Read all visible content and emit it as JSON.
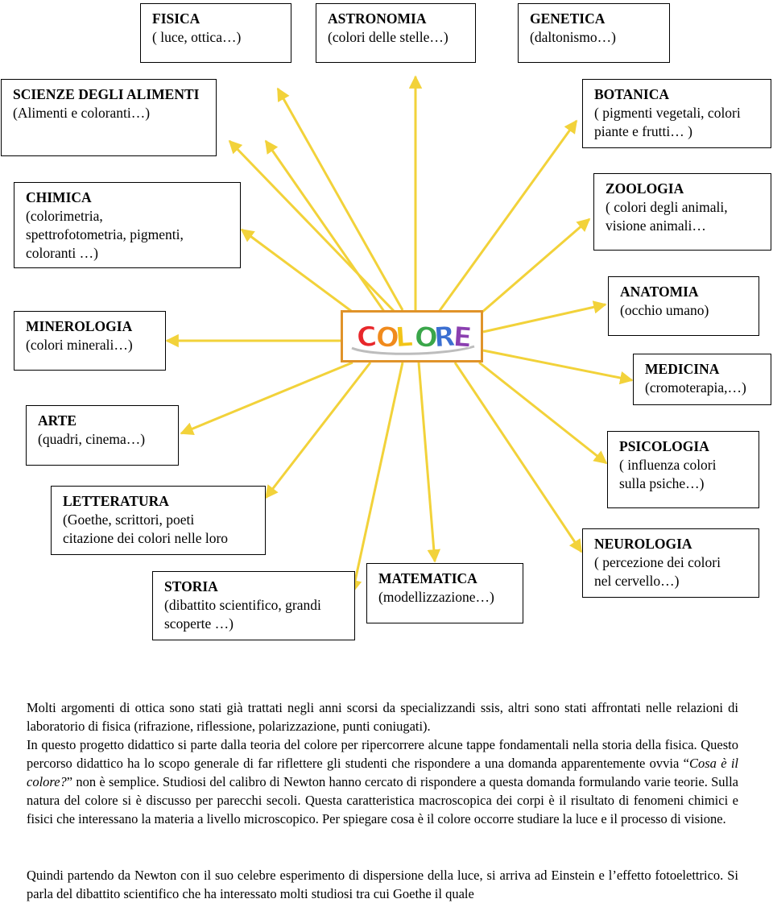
{
  "center": {
    "title": "COLORE"
  },
  "boxes": {
    "fisica": {
      "title": "FISICA",
      "desc": "( luce, ottica…)"
    },
    "astronomia": {
      "title": "ASTRONOMIA",
      "desc": "(colori delle stelle…)"
    },
    "genetica": {
      "title": "GENETICA",
      "desc": "(daltonismo…)"
    },
    "scienze": {
      "title": "SCIENZE DEGLI ALIMENTI",
      "desc": "(Alimenti e coloranti…)"
    },
    "botanica": {
      "title": "BOTANICA",
      "desc": "( pigmenti vegetali, colori\npiante e frutti… )"
    },
    "chimica": {
      "title": "CHIMICA",
      "desc": "(colorimetria,\nspettrofotometria, pigmenti,\ncoloranti …)"
    },
    "zoologia": {
      "title": "ZOOLOGIA",
      "desc": "( colori degli animali,\nvisione animali…"
    },
    "mineralogia": {
      "title": "MINEROLOGIA",
      "desc": "(colori minerali…)"
    },
    "anatomia": {
      "title": "ANATOMIA",
      "desc": "(occhio umano)"
    },
    "medicina": {
      "title": "MEDICINA",
      "desc": "(cromoterapia,…)"
    },
    "arte": {
      "title": "ARTE",
      "desc": "(quadri, cinema…)"
    },
    "psicologia": {
      "title": "PSICOLOGIA",
      "desc": "( influenza colori\nsulla psiche…)"
    },
    "letteratura": {
      "title": "LETTERATURA",
      "desc": "(Goethe, scrittori, poeti\ncitazione dei colori nelle loro"
    },
    "neurologia": {
      "title": "NEUROLOGIA",
      "desc": "( percezione dei colori\nnel cervello…)"
    },
    "storia": {
      "title": "STORIA",
      "desc": "(dibattito scientifico, grandi\nscoperte …)"
    },
    "matematica": {
      "title": "MATEMATICA",
      "desc": "(modellizzazione…)"
    }
  },
  "text": {
    "p1": "Molti argomenti di ottica sono stati già trattati negli anni scorsi da specializzandi ssis, altri sono stati affrontati nelle relazioni di laboratorio di fisica (rifrazione, riflessione, polarizzazione, punti coniugati).",
    "p2a": "In questo progetto didattico si parte dalla teoria del colore per ripercorrere alcune tappe fondamentali nella storia della fisica. Questo percorso didattico ha lo scopo generale di far riflettere gli studenti che rispondere a una domanda apparentemente ovvia “",
    "p2_em": "Cosa è il colore?",
    "p2b": "” non è semplice. Studiosi del calibro di Newton hanno cercato di rispondere a questa domanda formulando varie teorie. Sulla natura del colore si è discusso per parecchi secoli. Questa caratteristica macroscopica dei corpi è il risultato di fenomeni chimici e fisici che interessano la materia a livello microscopico. Per spiegare cosa è il colore occorre studiare la luce e il processo di visione.",
    "p3": "Quindi partendo da Newton con il suo celebre esperimento di dispersione della luce, si arriva ad Einstein e l’effetto fotoelettrico. Si parla del dibattito scientifico che ha interessato molti studiosi tra cui Goethe il quale"
  },
  "colors": {
    "arrow": "#f2d23a",
    "center_border": "#e0932a",
    "letters": [
      "#e8272b",
      "#f08a1c",
      "#f2c418",
      "#3aa64a",
      "#3b6fd1",
      "#8b3fb0"
    ]
  }
}
